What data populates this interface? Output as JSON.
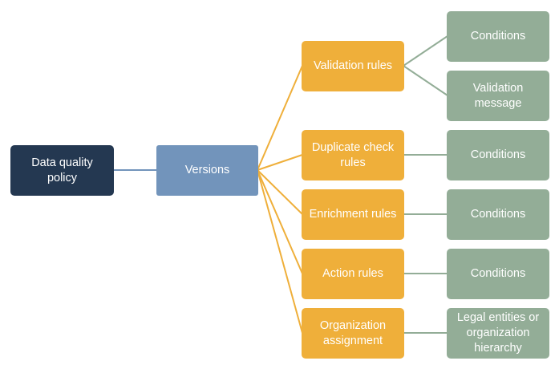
{
  "nodes": {
    "policy": "Data quality policy",
    "versions": "Versions",
    "validation_rules": "Validation rules",
    "duplicate_check_rules": "Duplicate check rules",
    "enrichment_rules": "Enrichment rules",
    "action_rules": "Action rules",
    "organization_assignment": "Organization assignment",
    "validation_conditions": "Conditions",
    "validation_message": "Validation message",
    "duplicate_conditions": "Conditions",
    "enrichment_conditions": "Conditions",
    "action_conditions": "Conditions",
    "legal_entities": "Legal entities or organization hierarchy"
  },
  "colors": {
    "policy": "#243851",
    "versions": "#7294bb",
    "rules": "#efaf3a",
    "leaves": "#93ad97",
    "connector_policy": "#7294bb",
    "connector_rules": "#efaf3a",
    "connector_leaves": "#93ad97"
  }
}
